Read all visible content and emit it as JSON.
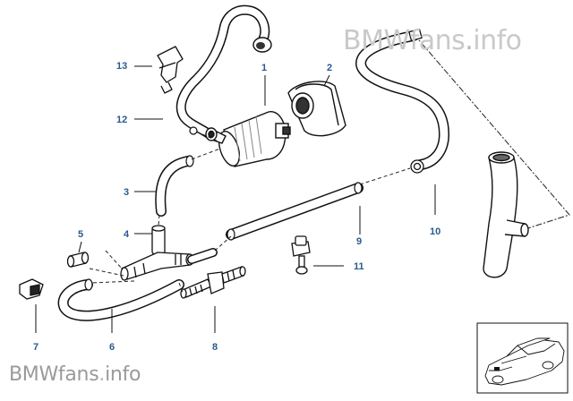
{
  "watermark": {
    "top": {
      "brand": "BMWfans",
      "sep": ".",
      "tld": "info"
    },
    "bottom": {
      "brand": "BMWfans",
      "sep": ".",
      "tld": "info"
    }
  },
  "callouts": {
    "n1": "1",
    "n2": "2",
    "n3": "3",
    "n4": "4",
    "n5": "5",
    "n6": "6",
    "n7": "7",
    "n8": "8",
    "n9": "9",
    "n10": "10",
    "n11": "11",
    "n12": "12",
    "n13": "13"
  },
  "colors": {
    "callout": "#2a5a8c",
    "line": "#111111",
    "watermark": "#c9c9c9"
  }
}
